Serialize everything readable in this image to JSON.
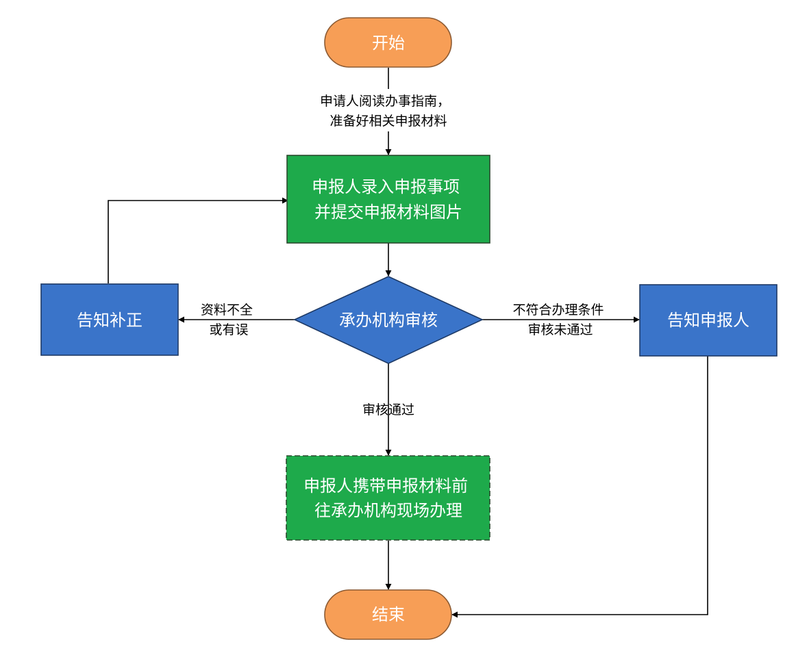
{
  "colors": {
    "terminal_fill": "#f79e56",
    "terminal_stroke": "#8c5a32",
    "process_green": "#1eaa4b",
    "process_stroke": "#2b4a2e",
    "process_blue": "#3a74c9",
    "blue_stroke": "#1e3a66",
    "line": "#000000"
  },
  "nodes": {
    "start": "开始",
    "submit": [
      "申报人录入申报事项",
      "并提交申报材料图片"
    ],
    "review": "承办机构审核",
    "correction": "告知补正",
    "notify": "告知申报人",
    "onsite": [
      "申报人携带申报材料前",
      "往承办机构现场办理"
    ],
    "end": "结束"
  },
  "edges": {
    "start_to_submit": [
      "申请人阅读办事指南，",
      "准备好相关申报材料"
    ],
    "review_to_correction": [
      "资料不全",
      "或有误"
    ],
    "review_to_notify": [
      "不符合办理条件",
      "审核未通过"
    ],
    "review_to_onsite": "审核通过"
  }
}
